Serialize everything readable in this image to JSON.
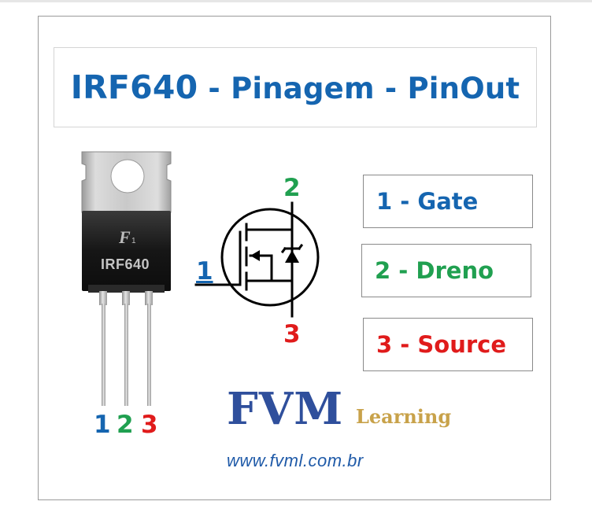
{
  "title": {
    "part1": "IRF640",
    "sep1": " - ",
    "part2": "Pinagem",
    "sep2": " - ",
    "part3": "PinOut"
  },
  "pins": [
    {
      "label": "1 - Gate"
    },
    {
      "label": "2 - Dreno"
    },
    {
      "label": "3 - Source"
    }
  ],
  "package": {
    "marking": "IRF640",
    "pin_numbers": [
      "1",
      "2",
      "3"
    ]
  },
  "symbol": {
    "gate_num": "1",
    "drain_num": "2",
    "source_num": "3"
  },
  "brand": {
    "name": "FVM",
    "sub": "Learning",
    "url": "www.fvml.com.br"
  },
  "colors": {
    "blue": "#1565b0",
    "green": "#20a050",
    "red": "#e01b1b"
  }
}
